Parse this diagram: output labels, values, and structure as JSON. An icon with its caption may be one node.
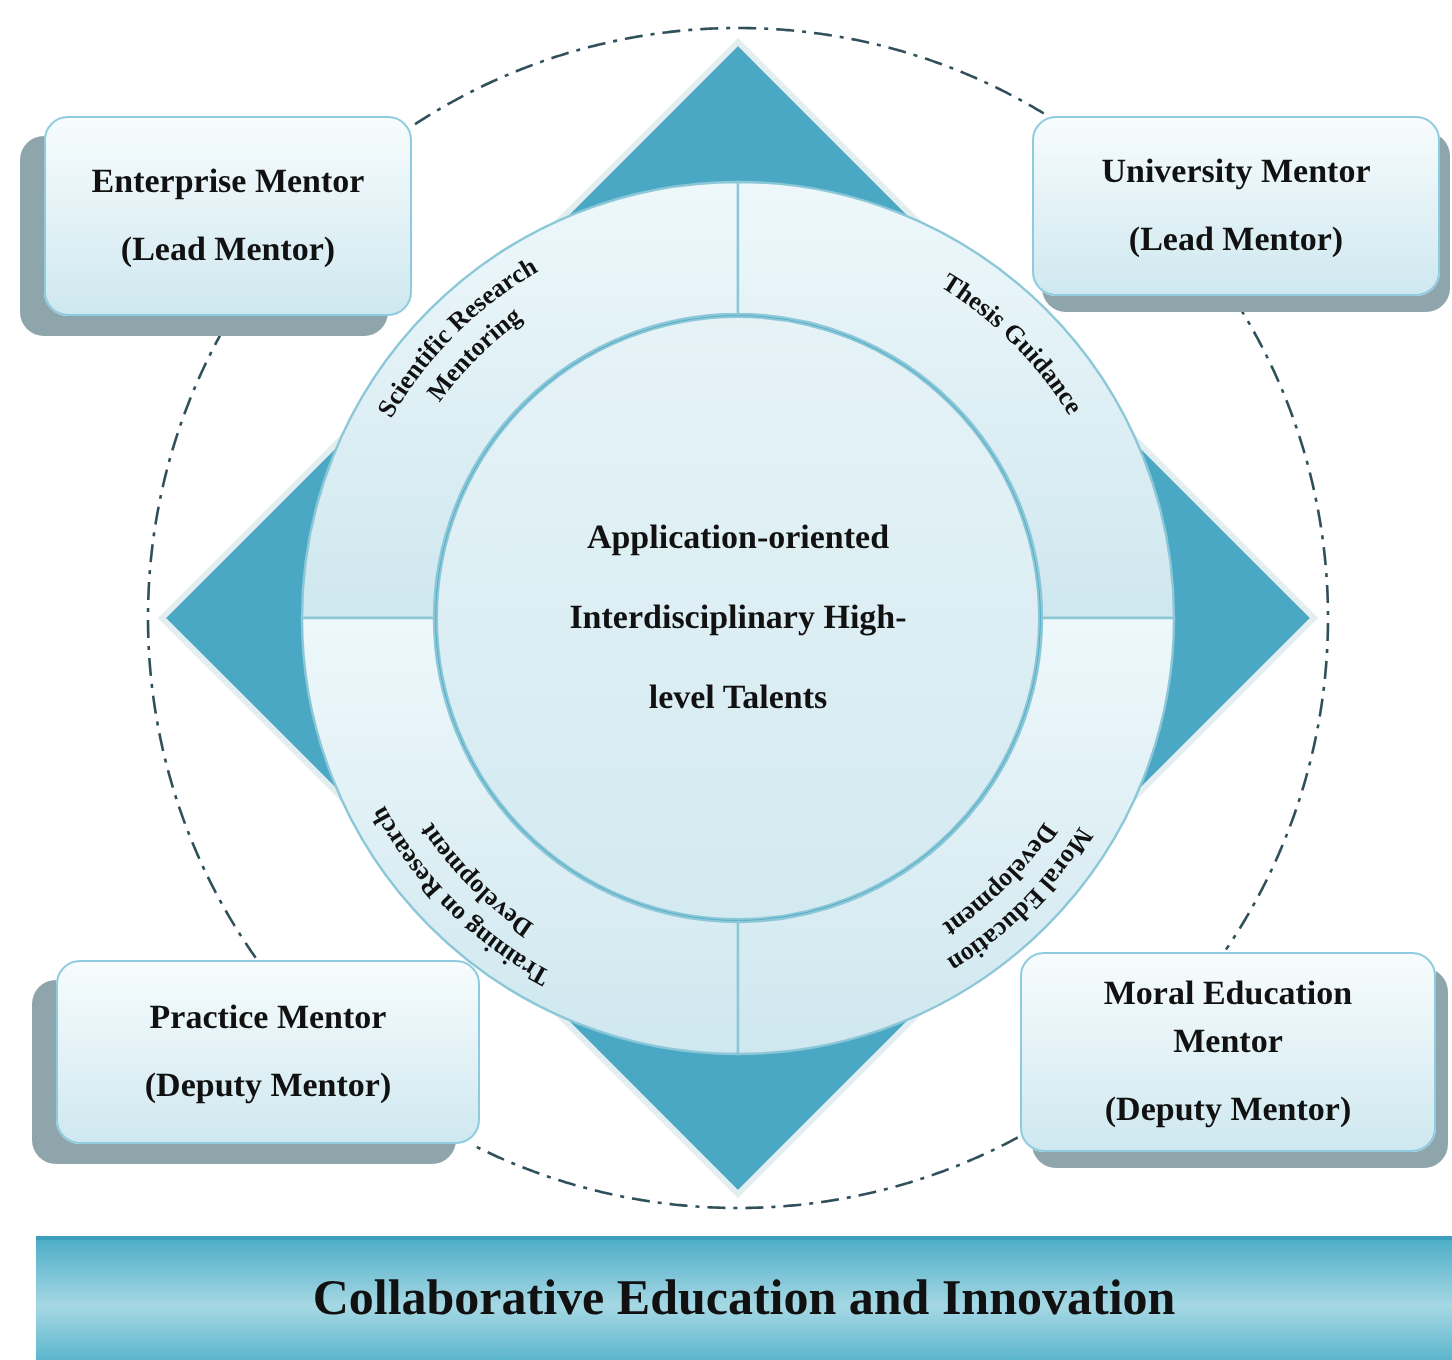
{
  "diagram": {
    "nodes": [
      {
        "text": [
          "Enterprise Mentor",
          "(Lead Mentor)"
        ]
      },
      {
        "text": [
          "University Mentor",
          "(Lead Mentor)"
        ]
      },
      {
        "text": [
          "Scientific Research Mentoring"
        ]
      },
      {
        "text": [
          "Thesis Guidance"
        ]
      },
      {
        "text": [
          "Application-oriented Interdisciplinary High-level Talents"
        ]
      },
      {
        "text": [
          "Training on Research Development"
        ]
      },
      {
        "text": [
          "Moral Education Development"
        ]
      },
      {
        "text": [
          "Practice Mentor",
          "(Deputy Mentor)"
        ]
      },
      {
        "text": [
          "Moral Education Mentor",
          "(Deputy Mentor)"
        ]
      },
      {
        "text": [
          "Collaborative Education and Innovation"
        ]
      }
    ],
    "edges": [
      {
        "from": 0,
        "to": 1,
        "arrow": "none",
        "style": "dashed"
      },
      {
        "from": 1,
        "to": 8,
        "arrow": "none",
        "style": "dashed"
      },
      {
        "from": 8,
        "to": 7,
        "arrow": "none",
        "style": "dashed"
      },
      {
        "from": 7,
        "to": 0,
        "arrow": "none",
        "style": "dashed"
      }
    ]
  }
}
